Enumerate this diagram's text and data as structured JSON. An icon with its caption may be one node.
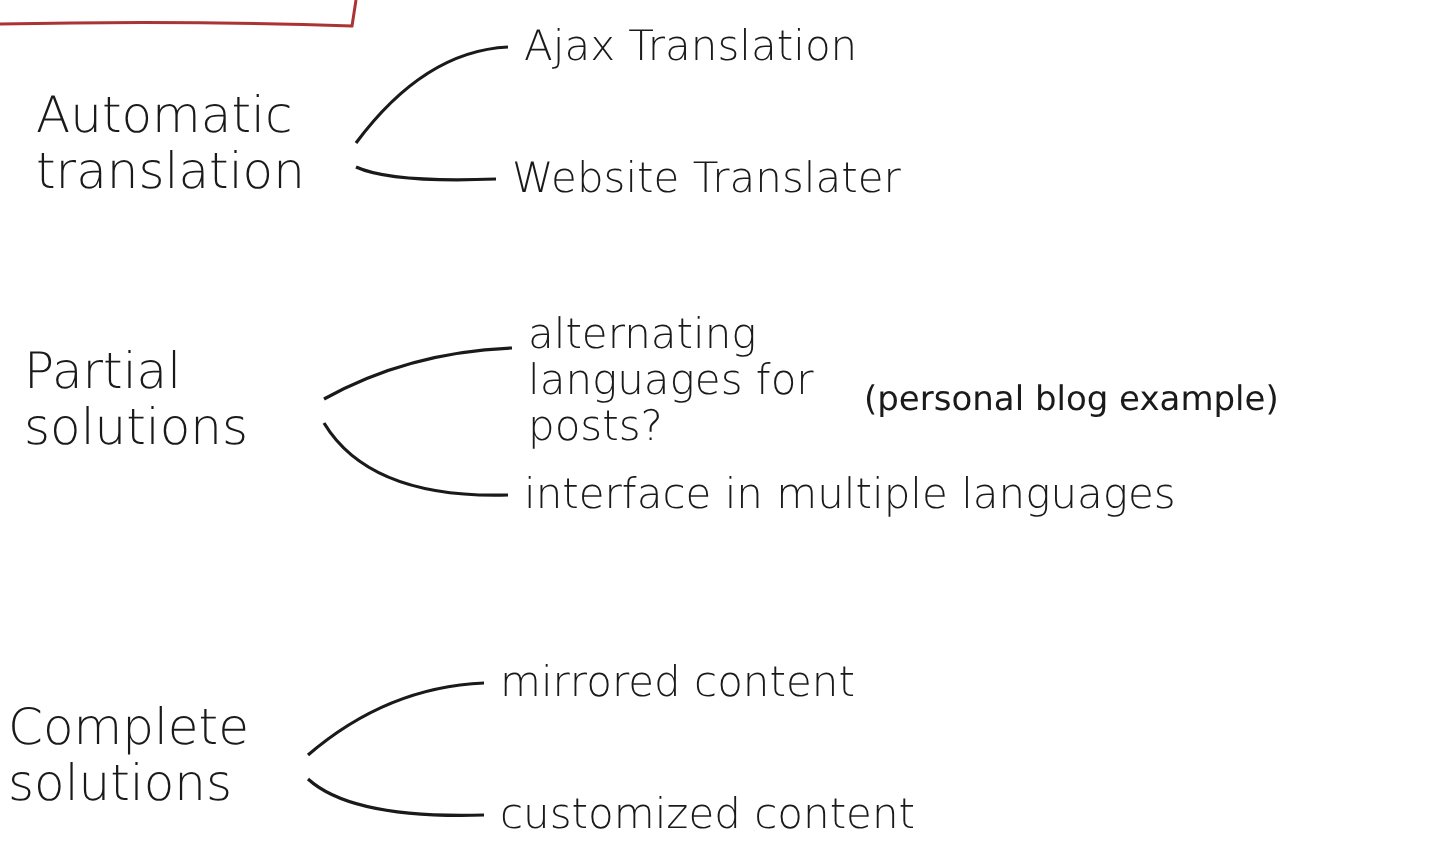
{
  "diagram": {
    "nodes": [
      {
        "text": [
          "Automatic translation"
        ]
      },
      {
        "text": [
          "Ajax Translation"
        ]
      },
      {
        "text": [
          "Website Translater"
        ]
      },
      {
        "text": [
          "Partial solutions"
        ]
      },
      {
        "text": [
          "alternating languages for posts?"
        ],
        "beside": [
          "(personal blog example)"
        ]
      },
      {
        "text": [
          "interface in multiple languages"
        ]
      },
      {
        "text": [
          "Complete solutions"
        ]
      },
      {
        "text": [
          "mirrored content"
        ]
      },
      {
        "text": [
          "customized content"
        ]
      }
    ],
    "edges": [
      {
        "from": 0,
        "to": 1,
        "arrow": "none"
      },
      {
        "from": 0,
        "to": 2,
        "arrow": "none"
      },
      {
        "from": 3,
        "to": 4,
        "arrow": "none"
      },
      {
        "from": 3,
        "to": 5,
        "arrow": "none"
      },
      {
        "from": 6,
        "to": 7,
        "arrow": "none"
      },
      {
        "from": 6,
        "to": 8,
        "arrow": "none"
      }
    ]
  }
}
